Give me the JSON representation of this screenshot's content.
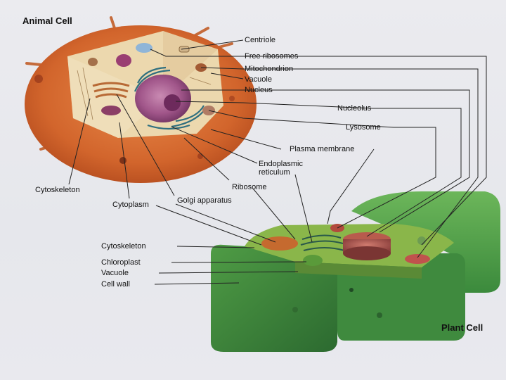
{
  "titles": {
    "animal": "Animal Cell",
    "plant": "Plant Cell"
  },
  "labels": {
    "centriole": "Centriole",
    "free_ribosomes": "Free ribosomes",
    "mitochondrion": "Mitochondrion",
    "vacuole_top": "Vacuole",
    "nucleus": "Nucleus",
    "nucleolus": "Nucleolus",
    "lysosome": "Lysosome",
    "plasma_membrane": "Plasma membrane",
    "er_line1": "Endoplasmic",
    "er_line2": "reticulum",
    "ribosome": "Ribosome",
    "golgi": "Golgi apparatus",
    "cytoskeleton_animal": "Cytoskeleton",
    "cytoplasm": "Cytoplasm",
    "cytoskeleton_plant": "Cytoskeleton",
    "chloroplast": "Chloroplast",
    "vacuole_plant": "Vacuole",
    "cell_wall": "Cell wall"
  },
  "colors": {
    "animal_outer": "#d4682c",
    "animal_inner": "#e9d3a6",
    "nucleus": "#9c4f86",
    "plant_wall": "#4d9b47",
    "plant_dark": "#2f6d33",
    "leader": "#222222"
  }
}
